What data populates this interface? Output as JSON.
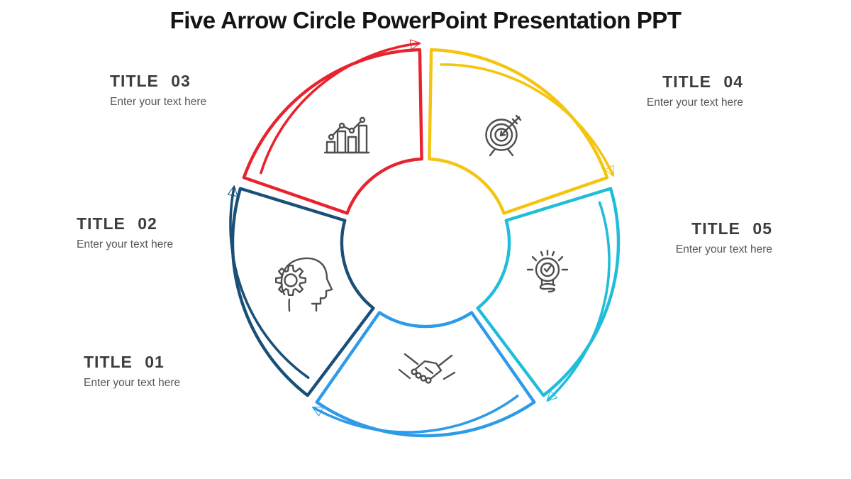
{
  "heading": {
    "text": "Five Arrow Circle PowerPoint Presentation PPT"
  },
  "segments": [
    {
      "number": "01",
      "title": "TITLE 01",
      "placeholder": "Enter your text here",
      "color": "#2E9BE8",
      "icon": "handshake-icon"
    },
    {
      "number": "02",
      "title": "TITLE 02",
      "placeholder": "Enter your text here",
      "color": "#1A5078",
      "icon": "head-gear-icon"
    },
    {
      "number": "03",
      "title": "TITLE 03",
      "placeholder": "Enter your text here",
      "color": "#E8232E",
      "icon": "bar-chart-icon"
    },
    {
      "number": "04",
      "title": "TITLE 04",
      "placeholder": "Enter your text here",
      "color": "#F5C40E",
      "icon": "target-icon"
    },
    {
      "number": "05",
      "title": "TITLE 05",
      "placeholder": "Enter your text here",
      "color": "#20BDD8",
      "icon": "lightbulb-icon"
    }
  ],
  "colors": {
    "icon": "#4F4F4F",
    "heading": "#141414",
    "label_title": "#3D3D3D",
    "label_text": "#575757",
    "background": "#FFFFFF"
  }
}
